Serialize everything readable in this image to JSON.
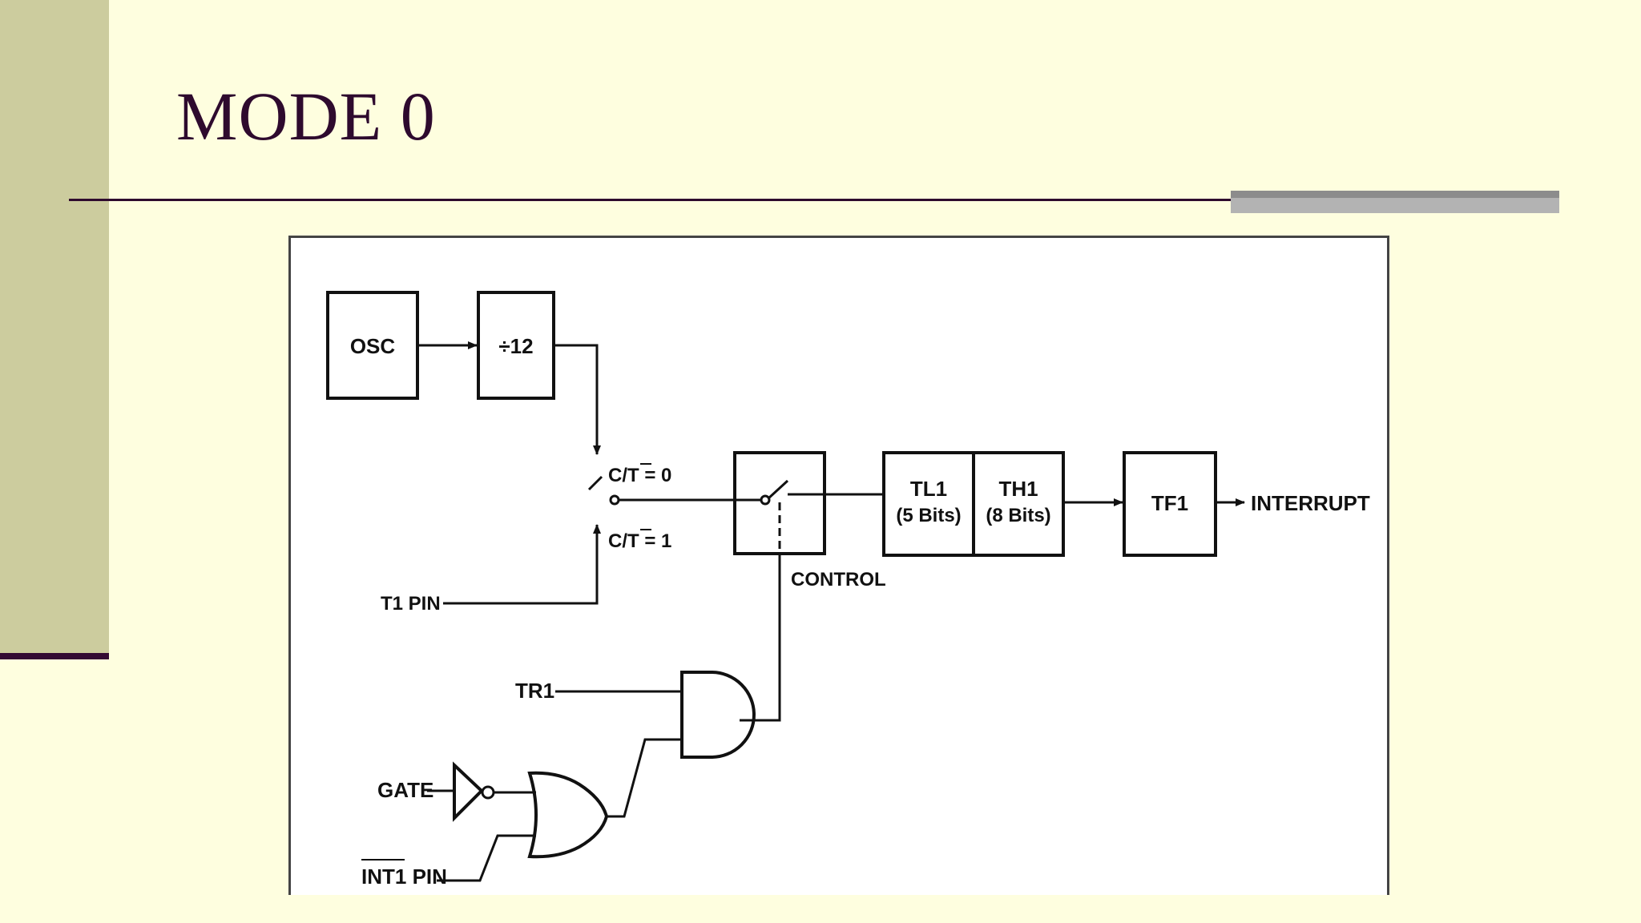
{
  "slide": {
    "title": "MODE 0"
  },
  "diagram": {
    "osc": "OSC",
    "divider": "÷12",
    "ct0": "C/T = 0",
    "ct1": "C/T = 1",
    "t1pin": "T1 PIN",
    "control": "CONTROL",
    "tl1": "TL1",
    "tl1_bits": "(5 Bits)",
    "th1": "TH1",
    "th1_bits": "(8 Bits)",
    "tf1": "TF1",
    "interrupt": "INTERRUPT",
    "tr1": "TR1",
    "gate": "GATE",
    "int1pin": "INT1 PIN"
  },
  "colors": {
    "background": "#fefedf",
    "sidebar": "#cccc9e",
    "title": "#2e0a2e",
    "accent_rule": "#b3b3b3"
  }
}
